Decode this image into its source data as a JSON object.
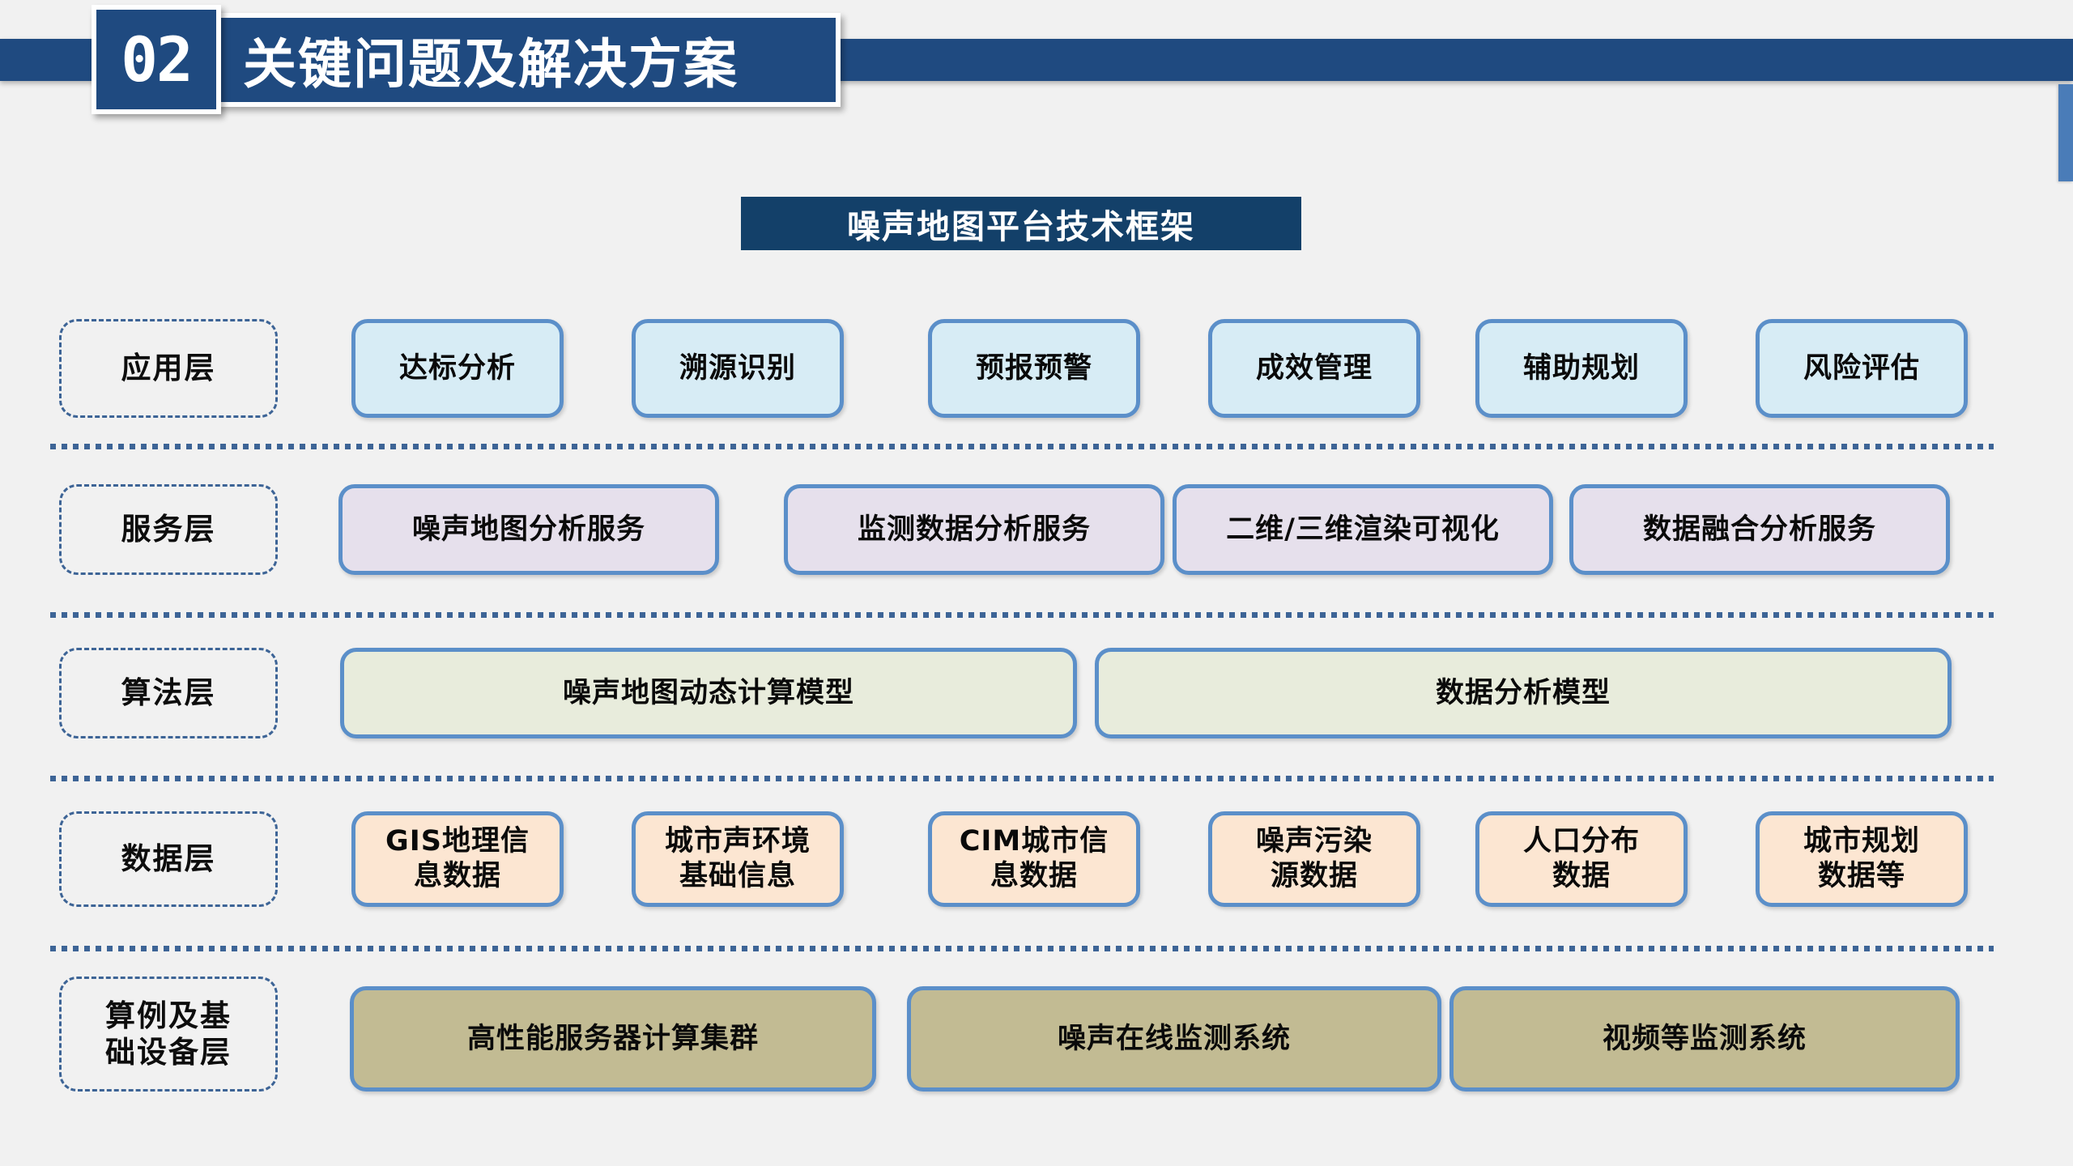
{
  "header": {
    "number": "02",
    "title": "关键问题及解决方案"
  },
  "diagram": {
    "title": "噪声地图平台技术框架",
    "layers": [
      {
        "id": "application",
        "label": "应用层",
        "fill": "#d7ecf5",
        "nodes": [
          "达标分析",
          "溯源识别",
          "预报预警",
          "成效管理",
          "辅助规划",
          "风险评估"
        ]
      },
      {
        "id": "service",
        "label": "服务层",
        "fill": "#e6e0ec",
        "nodes": [
          "噪声地图分析服务",
          "监测数据分析服务",
          "二维/三维渲染可视化",
          "数据融合分析服务"
        ]
      },
      {
        "id": "algorithm",
        "label": "算法层",
        "fill": "#e8ecdc",
        "nodes": [
          "噪声地图动态计算模型",
          "数据分析模型"
        ]
      },
      {
        "id": "data",
        "label": "数据层",
        "fill": "#fce6d2",
        "nodes": [
          "GIS地理信\n息数据",
          "城市声环境\n基础信息",
          "CIM城市信\n息数据",
          "噪声污染\n源数据",
          "人口分布\n数据",
          "城市规划\n数据等"
        ]
      },
      {
        "id": "infrastructure",
        "label": "算例及基\n础设备层",
        "fill": "#c2bb93",
        "nodes": [
          "高性能服务器计算集群",
          "噪声在线监测系统",
          "视频等监测系统"
        ]
      }
    ]
  },
  "colors": {
    "brand_dark_blue": "#1f4a80",
    "title_blue": "#134069",
    "node_border_blue": "#5b8fc9",
    "dashed_blue": "#3d6496",
    "accent_blue": "#4a7cb8",
    "page_background": "#f1f1f1"
  }
}
